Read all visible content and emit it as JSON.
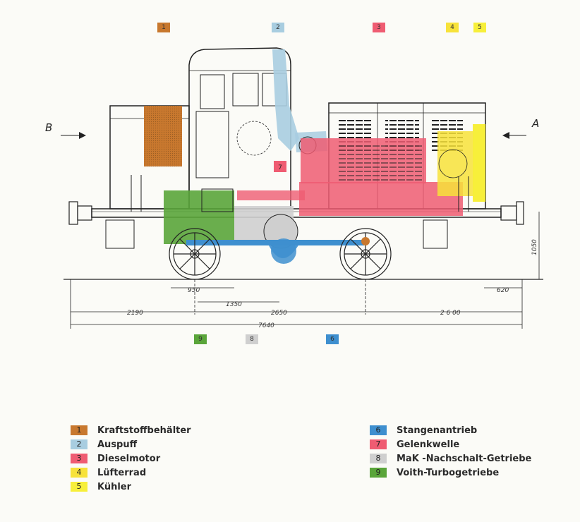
{
  "colors": {
    "fuel_tank": "#c8782e",
    "exhaust": "#a8cde0",
    "engine": "#ef5c72",
    "fan": "#f7e23a",
    "radiator": "#f7ef3a",
    "rod_drive": "#3e8fcf",
    "cardan": "#ef5c72",
    "gearbox": "#cfcfcf",
    "turbo_gear": "#5aa53a"
  },
  "top_tags": [
    "1",
    "2",
    "3",
    "4",
    "5"
  ],
  "bottom_tags": [
    "9",
    "8",
    "6"
  ],
  "callout_tag": "7",
  "view_labels": {
    "left": "B",
    "right": "A"
  },
  "dimensions": {
    "height": "1050",
    "d950": "950",
    "d1350": "1350",
    "d620": "620",
    "d2190": "2190",
    "d2650": "2650",
    "d2600": "2 6 00",
    "total": "7640"
  },
  "legend_left": [
    {
      "num": "1",
      "label": "Kraftstoffbehälter",
      "color": "#c8782e"
    },
    {
      "num": "2",
      "label": "Auspuff",
      "color": "#a8cde0"
    },
    {
      "num": "3",
      "label": "Dieselmotor",
      "color": "#ef5c72"
    },
    {
      "num": "4",
      "label": "Lüfterrad",
      "color": "#f7e23a"
    },
    {
      "num": "5",
      "label": "Kühler",
      "color": "#f7ef3a"
    }
  ],
  "legend_right": [
    {
      "num": "6",
      "label": "Stangenantrieb",
      "color": "#3e8fcf"
    },
    {
      "num": "7",
      "label": "Gelenkwelle",
      "color": "#ef5c72"
    },
    {
      "num": "8",
      "label": "MaK -Nachschalt-Getriebe",
      "color": "#cfcfcf"
    },
    {
      "num": "9",
      "label": "Voith-Turbogetriebe",
      "color": "#5aa53a"
    }
  ]
}
